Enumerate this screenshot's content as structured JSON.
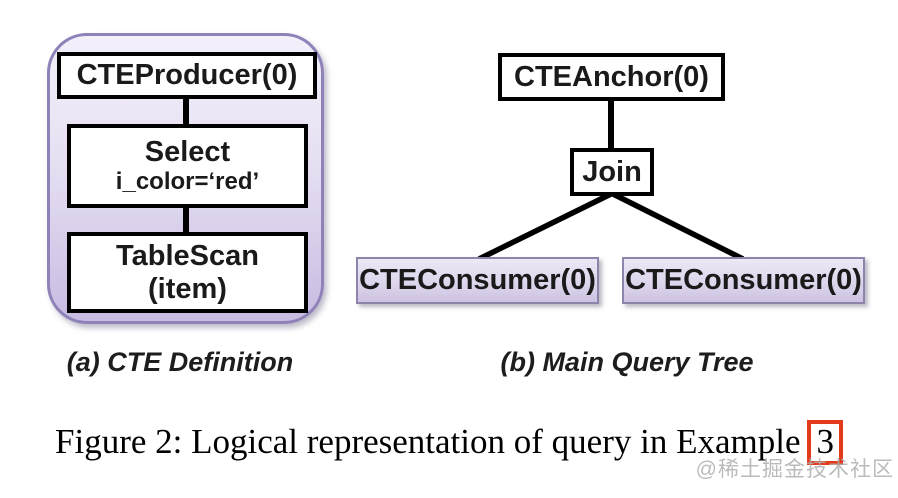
{
  "figure": {
    "panel_a": {
      "label": "(a) CTE Definition",
      "nodes": {
        "producer": "CTEProducer(0)",
        "select_title": "Select",
        "select_predicate": "i_color=‘red’",
        "tablescan_title": "TableScan",
        "tablescan_arg": "(item)"
      }
    },
    "panel_b": {
      "label": "(b) Main Query Tree",
      "nodes": {
        "anchor": "CTEAnchor(0)",
        "join": "Join",
        "consumer_left": "CTEConsumer(0)",
        "consumer_right": "CTEConsumer(0)"
      }
    },
    "caption": {
      "prefix": "Figure 2: Logical representation of query in Example",
      "link_text": "3"
    },
    "watermark": "@稀土掘金技术社区",
    "colors": {
      "container_border": "#8e82b8",
      "container_fill_top": "#f4f0fa",
      "container_fill_bottom": "#c8bbe2",
      "node_border": "#000000",
      "node_fill": "#ffffff",
      "consumer_fill_top": "#ece8f6",
      "consumer_fill_bottom": "#cdc3e2",
      "consumer_border": "#8d84ab",
      "connector": "#000000",
      "ref_link_box": "#e23a1a",
      "watermark_gray": "#afafaf"
    }
  }
}
